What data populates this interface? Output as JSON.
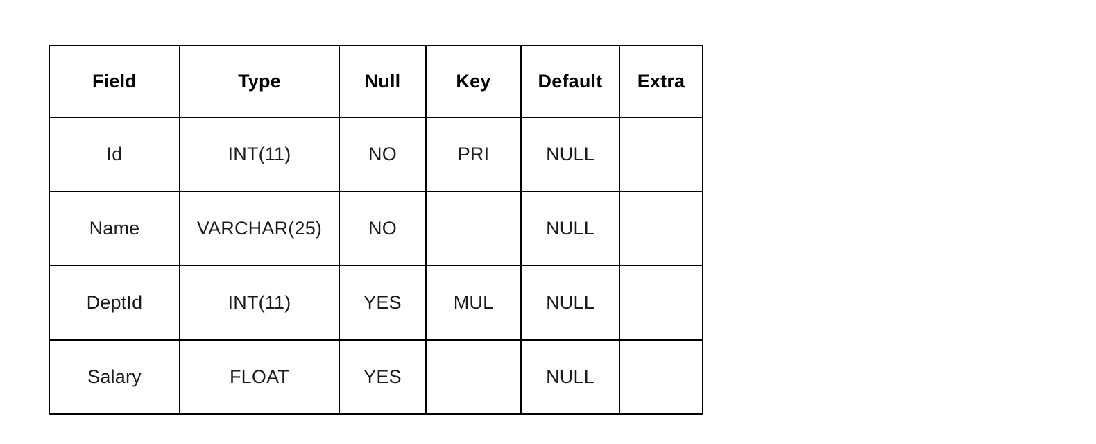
{
  "table": {
    "name": "mysql-describe-output",
    "columns": [
      "Field",
      "Type",
      "Null",
      "Key",
      "Default",
      "Extra"
    ],
    "rows": [
      {
        "field": "Id",
        "type": "INT(11)",
        "null": "NO",
        "key": "PRI",
        "default": "NULL",
        "extra": ""
      },
      {
        "field": "Name",
        "type": "VARCHAR(25)",
        "null": "NO",
        "key": "",
        "default": "NULL",
        "extra": ""
      },
      {
        "field": "DeptId",
        "type": "INT(11)",
        "null": "YES",
        "key": "MUL",
        "default": "NULL",
        "extra": ""
      },
      {
        "field": "Salary",
        "type": "FLOAT",
        "null": "YES",
        "key": "",
        "default": "NULL",
        "extra": ""
      }
    ]
  },
  "style": {
    "border_color": "#000000",
    "background": "#ffffff",
    "header_text_color": "#000000",
    "body_text_color": "#1b1b1b"
  }
}
